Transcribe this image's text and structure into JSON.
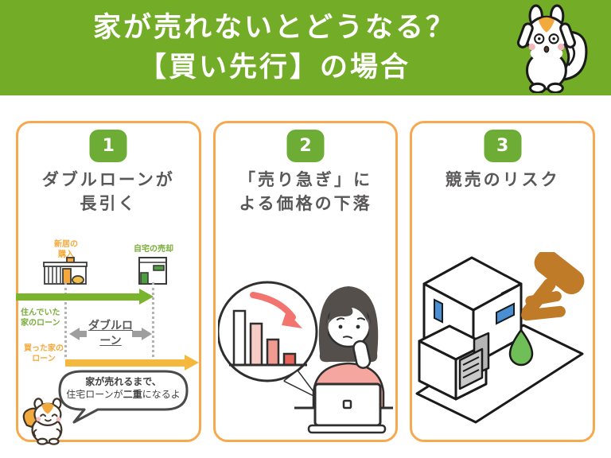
{
  "header": {
    "title_line1": "家が売れないとどうなる？",
    "title_line2": "【買い先行】の場合",
    "mascot": "shocked-squirrel"
  },
  "cards": [
    {
      "number": "1",
      "title_line1": "ダブルローンが",
      "title_line2": "長引く",
      "timeline": {
        "new_home_label_line1": "新居の",
        "new_home_label_line2": "購入",
        "sell_home_label": "自宅の売却",
        "old_loan_label_line1": "住んでいた",
        "old_loan_label_line2": "家のローン",
        "double_loan_label_line1": "ダブルロ",
        "double_loan_label_line2": "ーン",
        "new_loan_label_line1": "買った家の",
        "new_loan_label_line2": "ローン",
        "bubble_line1": "家が売れるまで、",
        "bubble_line2_pre": "住宅ローンが",
        "bubble_line2_bold": "二重",
        "bubble_line2_post": "になるよ"
      }
    },
    {
      "number": "2",
      "title_line1": "「売り急ぎ」に",
      "title_line2": "よる価格の下落",
      "illustration": "declining-bar-chart-bubble-and-worried-woman-at-laptop"
    },
    {
      "number": "3",
      "title_line1": "競売のリスク",
      "illustration": "house-with-auction-gavel"
    }
  ],
  "colors": {
    "header_green": "#73ac26",
    "badge_green": "#6ead35",
    "card_border_orange": "#f6a94e",
    "title_gray": "#595757",
    "arrow_green": "#7ab42d",
    "arrow_yellow": "#f5b83e",
    "label_orange": "#f5a93c",
    "label_green": "#7aad3a",
    "arrow_gray": "#9e9e9e",
    "chart_red": "#e8655a",
    "gavel_brown": "#bf7b27"
  }
}
